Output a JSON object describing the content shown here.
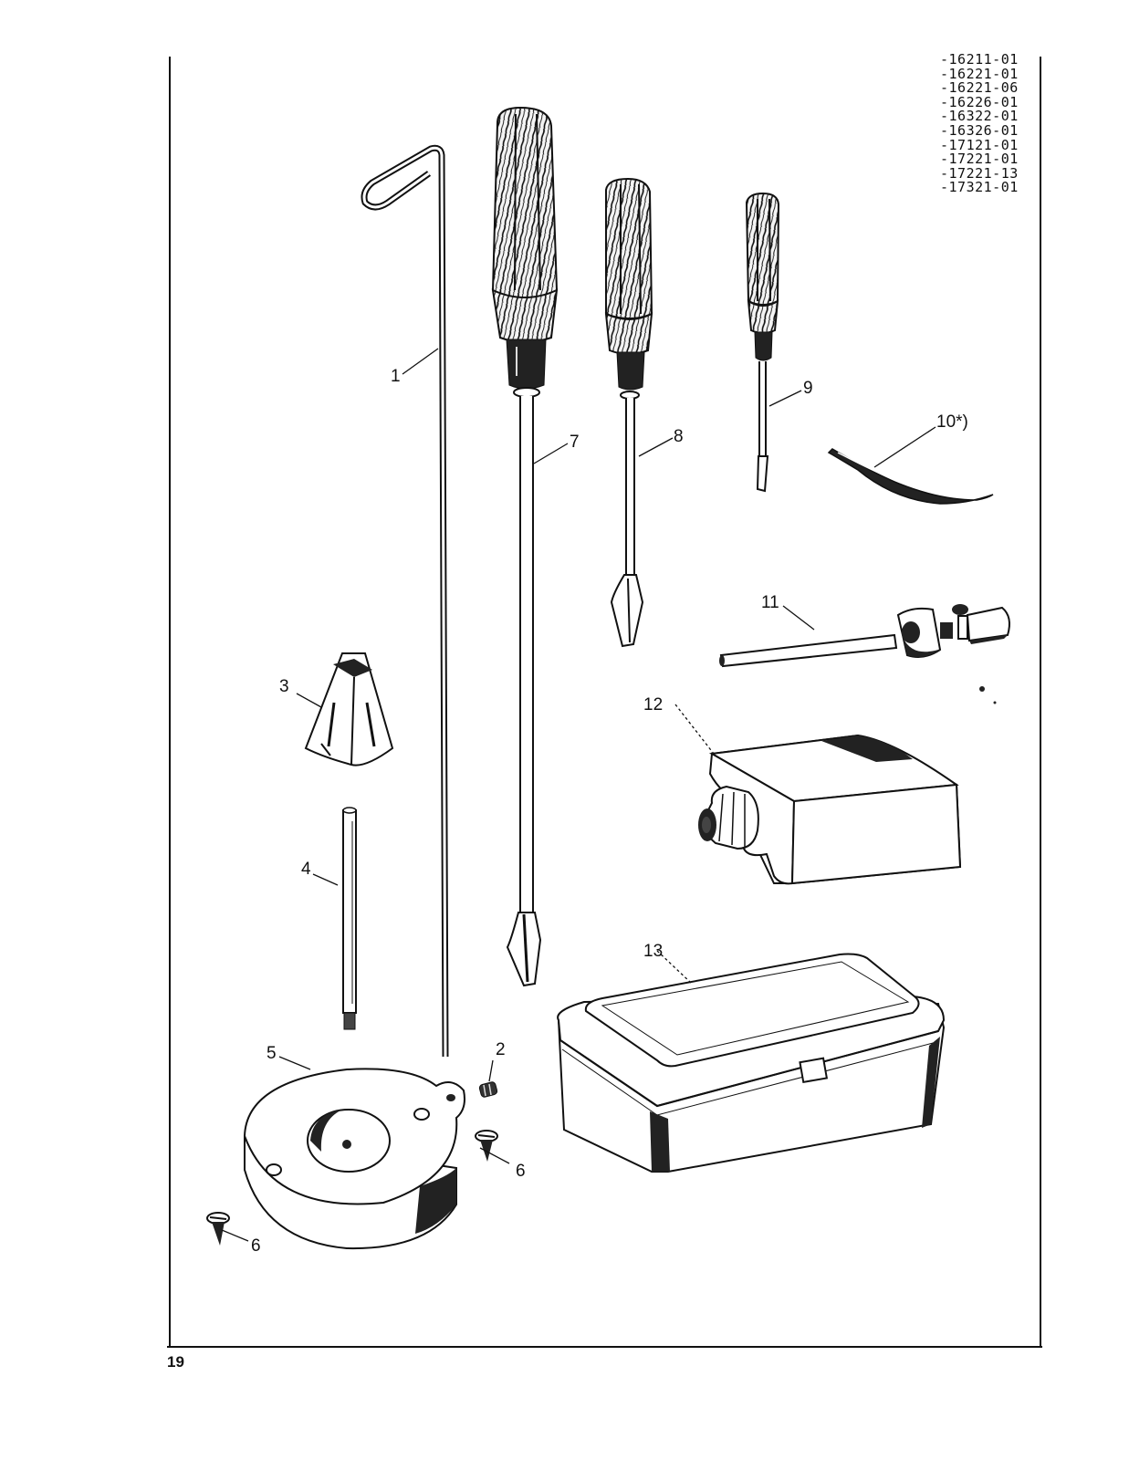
{
  "part_codes": [
    "-16211-01",
    "-16221-01",
    "-16221-06",
    "-16226-01",
    "-16322-01",
    "-16326-01",
    "-17121-01",
    "-17221-01",
    "-17221-13",
    "-17321-01"
  ],
  "callouts": {
    "c1": "1",
    "c2": "2",
    "c3": "3",
    "c4": "4",
    "c5": "5",
    "c6a": "6",
    "c6b": "6",
    "c7": "7",
    "c8": "8",
    "c9": "9",
    "c10": "10*)",
    "c11": "11",
    "c12": "12",
    "c13": "13"
  },
  "page_number": "19"
}
